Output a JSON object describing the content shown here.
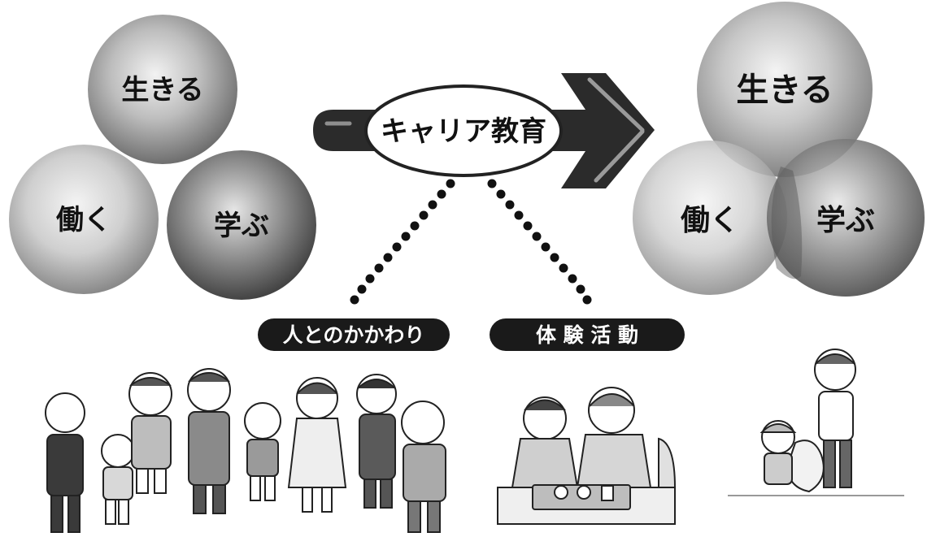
{
  "left_circles": {
    "ikiru": "生きる",
    "hataraku": "働く",
    "manabu": "学ぶ"
  },
  "right_circles": {
    "ikiru": "生きる",
    "hataraku": "働く",
    "manabu": "学ぶ"
  },
  "center": {
    "label": "キャリア教育"
  },
  "pills": {
    "people": "人とのかかわり",
    "experience": "体 験 活 動"
  },
  "illustrations": {
    "group_of_people": "people-group-illustration",
    "care_meal": "elder-care-meal-illustration",
    "cleanup": "outdoor-cleanup-illustration"
  }
}
